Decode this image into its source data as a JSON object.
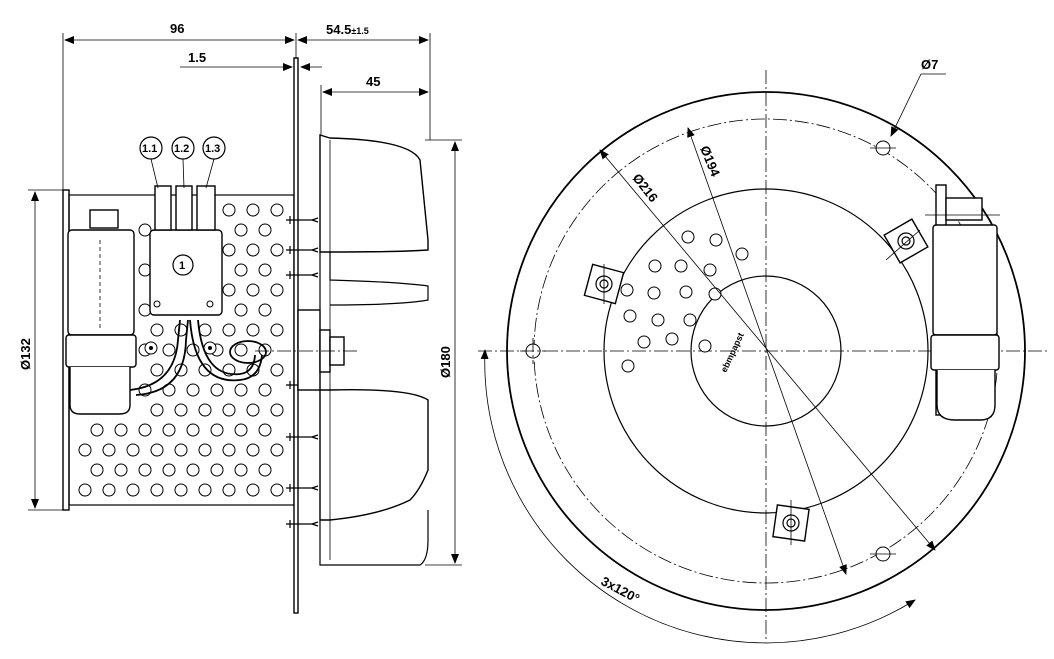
{
  "side_view": {
    "dim_overall_depth": "96",
    "dim_flange_thickness": "1.5",
    "dim_front_depth": "54.5",
    "dim_front_depth_tol": "±1.5",
    "dim_impeller_depth": "45",
    "dim_housing_diameter": "Ø132",
    "dim_impeller_diameter": "Ø180",
    "callout_1": "1",
    "callout_1_1": "1.1",
    "callout_1_2": "1.2",
    "callout_1_3": "1.3"
  },
  "front_view": {
    "dim_hole_diameter": "Ø7",
    "dim_bolt_circle": "Ø194",
    "dim_plate_diameter": "Ø216",
    "dim_hole_spacing": "3x120°",
    "brand_label": "ebmpapst"
  }
}
